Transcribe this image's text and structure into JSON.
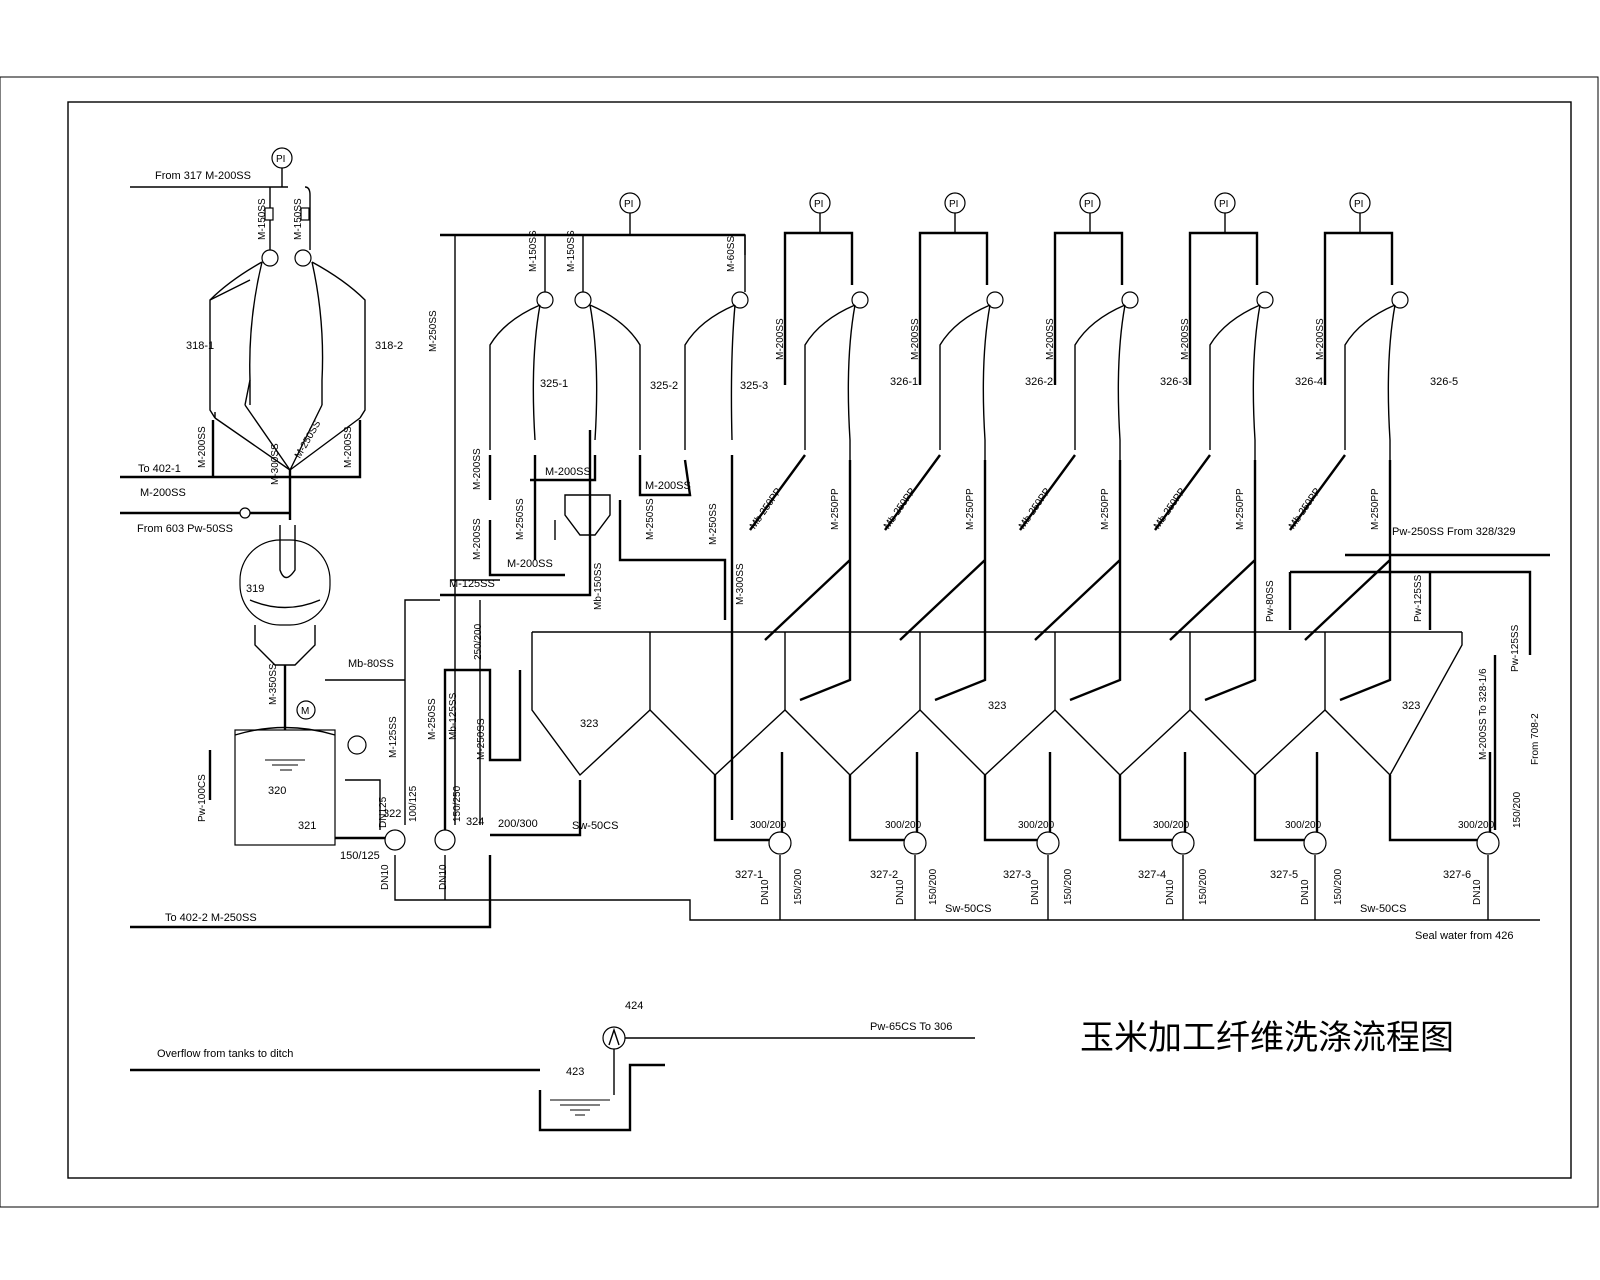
{
  "title": "玉米加工纤维洗涤流程图",
  "inlets": {
    "from317": "From 317  M-200SS",
    "to402_1": "To 402-1",
    "m200ss_left": "M-200SS",
    "from603": "From 603  Pw-50SS",
    "to402_2": "To 402-2  M-250SS",
    "overflow": "Overflow from tanks to ditch",
    "pw250_from": "Pw-250SS From 328/329",
    "seal_water": "Seal water from 426",
    "pw65_to306": "Pw-65CS  To 306",
    "from708": "From 708-2",
    "m200_to328": "M-200SS To 328-1/6",
    "pw125_right": "Pw-125SS",
    "pw100cs": "Pw-100CS"
  },
  "instrument": {
    "pi": "PI",
    "motor": "M"
  },
  "equipment": {
    "e318_1": "318-1",
    "e318_2": "318-2",
    "e319": "319",
    "e320": "320",
    "e321": "321",
    "e322": "322",
    "e324": "324",
    "e323": "323",
    "e424": "424",
    "e423": "423",
    "e325": [
      "325-1",
      "325-2",
      "325-3"
    ],
    "e326": [
      "326-1",
      "326-2",
      "326-3",
      "326-4",
      "326-5"
    ],
    "e327": [
      "327-1",
      "327-2",
      "327-3",
      "327-4",
      "327-5",
      "327-6"
    ]
  },
  "lines": {
    "m150ss": "M-150SS",
    "m200ss": "M-200SS",
    "m250ss": "M-250SS",
    "m300ss": "M-300SS",
    "m350ss": "M-350SS",
    "m125ss": "M-125SS",
    "mb80ss": "Mb-80SS",
    "mb125ss": "Mb-125SS",
    "mb150ss": "Mb-150SS",
    "mb250pp": "Mb-250PP",
    "m250pp": "M-250PP",
    "pw80ss": "Pw-80SS",
    "pw125ss": "Pw-125SS",
    "sw50cs": "Sw-50CS",
    "dn10": "DN10",
    "dn125": "DN125",
    "s250_200": "250/200",
    "s150_125": "150/125",
    "s100_125": "100/125",
    "s150_250": "150/250",
    "s200_300": "200/300",
    "s300_200": "300/200",
    "s150_200": "150/200",
    "m60ss": "M-60SS"
  }
}
